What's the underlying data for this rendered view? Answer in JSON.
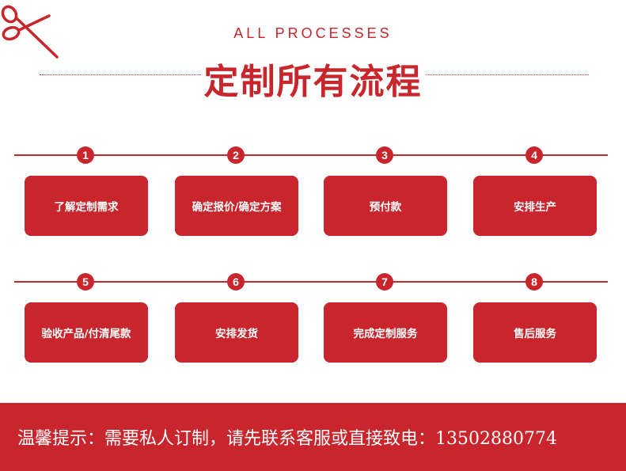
{
  "header": {
    "subtitle": "ALL PROCESSES",
    "title": "定制所有流程"
  },
  "steps": [
    {
      "number": "1",
      "label": "了解定制需求"
    },
    {
      "number": "2",
      "label": "确定报价/确定方案"
    },
    {
      "number": "3",
      "label": "预付款"
    },
    {
      "number": "4",
      "label": "安排生产"
    },
    {
      "number": "5",
      "label": "验收产品/付清尾款"
    },
    {
      "number": "6",
      "label": "安排发货"
    },
    {
      "number": "7",
      "label": "完成定制服务"
    },
    {
      "number": "8",
      "label": "售后服务"
    }
  ],
  "footer": {
    "text": "温馨提示：需要私人订制，请先联系客服或直接致电：13502880774"
  },
  "colors": {
    "accent": "#c8262c",
    "background": "#ffffff",
    "text_on_accent": "#ffffff"
  },
  "icons": {
    "decoration": "scissors-icon"
  }
}
